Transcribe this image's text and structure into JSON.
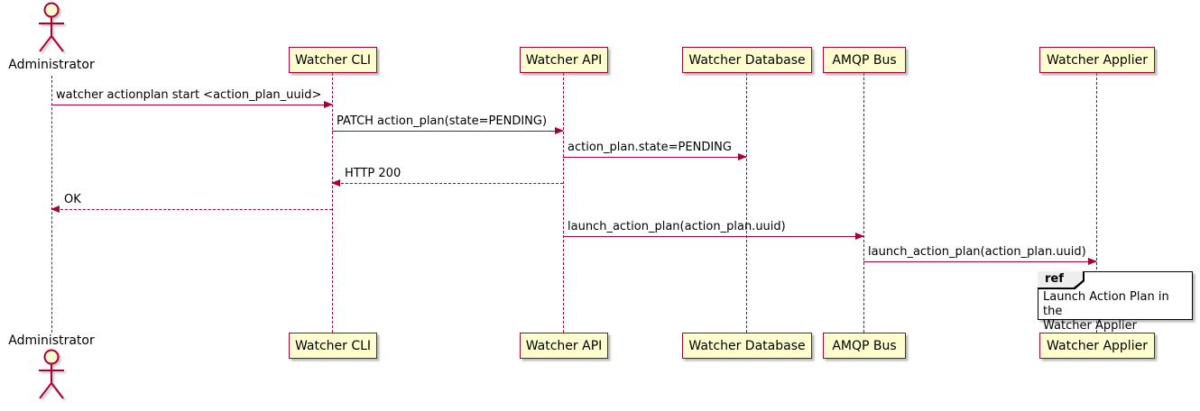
{
  "diagram": {
    "type": "uml-sequence",
    "actor": {
      "label": "Administrator"
    },
    "participants": [
      {
        "label": "Watcher CLI"
      },
      {
        "label": "Watcher API"
      },
      {
        "label": "Watcher Database"
      },
      {
        "label": "AMQP Bus"
      },
      {
        "label": "Watcher Applier"
      }
    ],
    "messages": [
      {
        "from": "Administrator",
        "to": "Watcher CLI",
        "text": "watcher actionplan start <action_plan_uuid>",
        "line": "solid",
        "direction": "right"
      },
      {
        "from": "Watcher CLI",
        "to": "Watcher API",
        "text": "PATCH action_plan(state=PENDING)",
        "line": "solid",
        "direction": "right"
      },
      {
        "from": "Watcher API",
        "to": "Watcher Database",
        "text": "action_plan.state=PENDING",
        "line": "solid",
        "direction": "right"
      },
      {
        "from": "Watcher API",
        "to": "Watcher CLI",
        "text": "HTTP 200",
        "line": "dashed",
        "direction": "left"
      },
      {
        "from": "Watcher CLI",
        "to": "Administrator",
        "text": "OK",
        "line": "dashed",
        "direction": "left"
      },
      {
        "from": "Watcher API",
        "to": "AMQP Bus",
        "text": "launch_action_plan(action_plan.uuid)",
        "line": "solid",
        "direction": "right"
      },
      {
        "from": "AMQP Bus",
        "to": "Watcher Applier",
        "text": "launch_action_plan(action_plan.uuid)",
        "line": "solid",
        "direction": "right"
      }
    ],
    "ref": {
      "keyword": "ref",
      "text": "Launch Action Plan in the\nWatcher Applier"
    },
    "colors": {
      "participant_fill": "#FEFECE",
      "border": "#A80036",
      "arrow": "#A80036",
      "lifeline": "#A80036",
      "ref_header_fill": "#EEEEEE",
      "ref_border": "#000000",
      "text": "#000000",
      "background": "#FFFFFF"
    }
  }
}
